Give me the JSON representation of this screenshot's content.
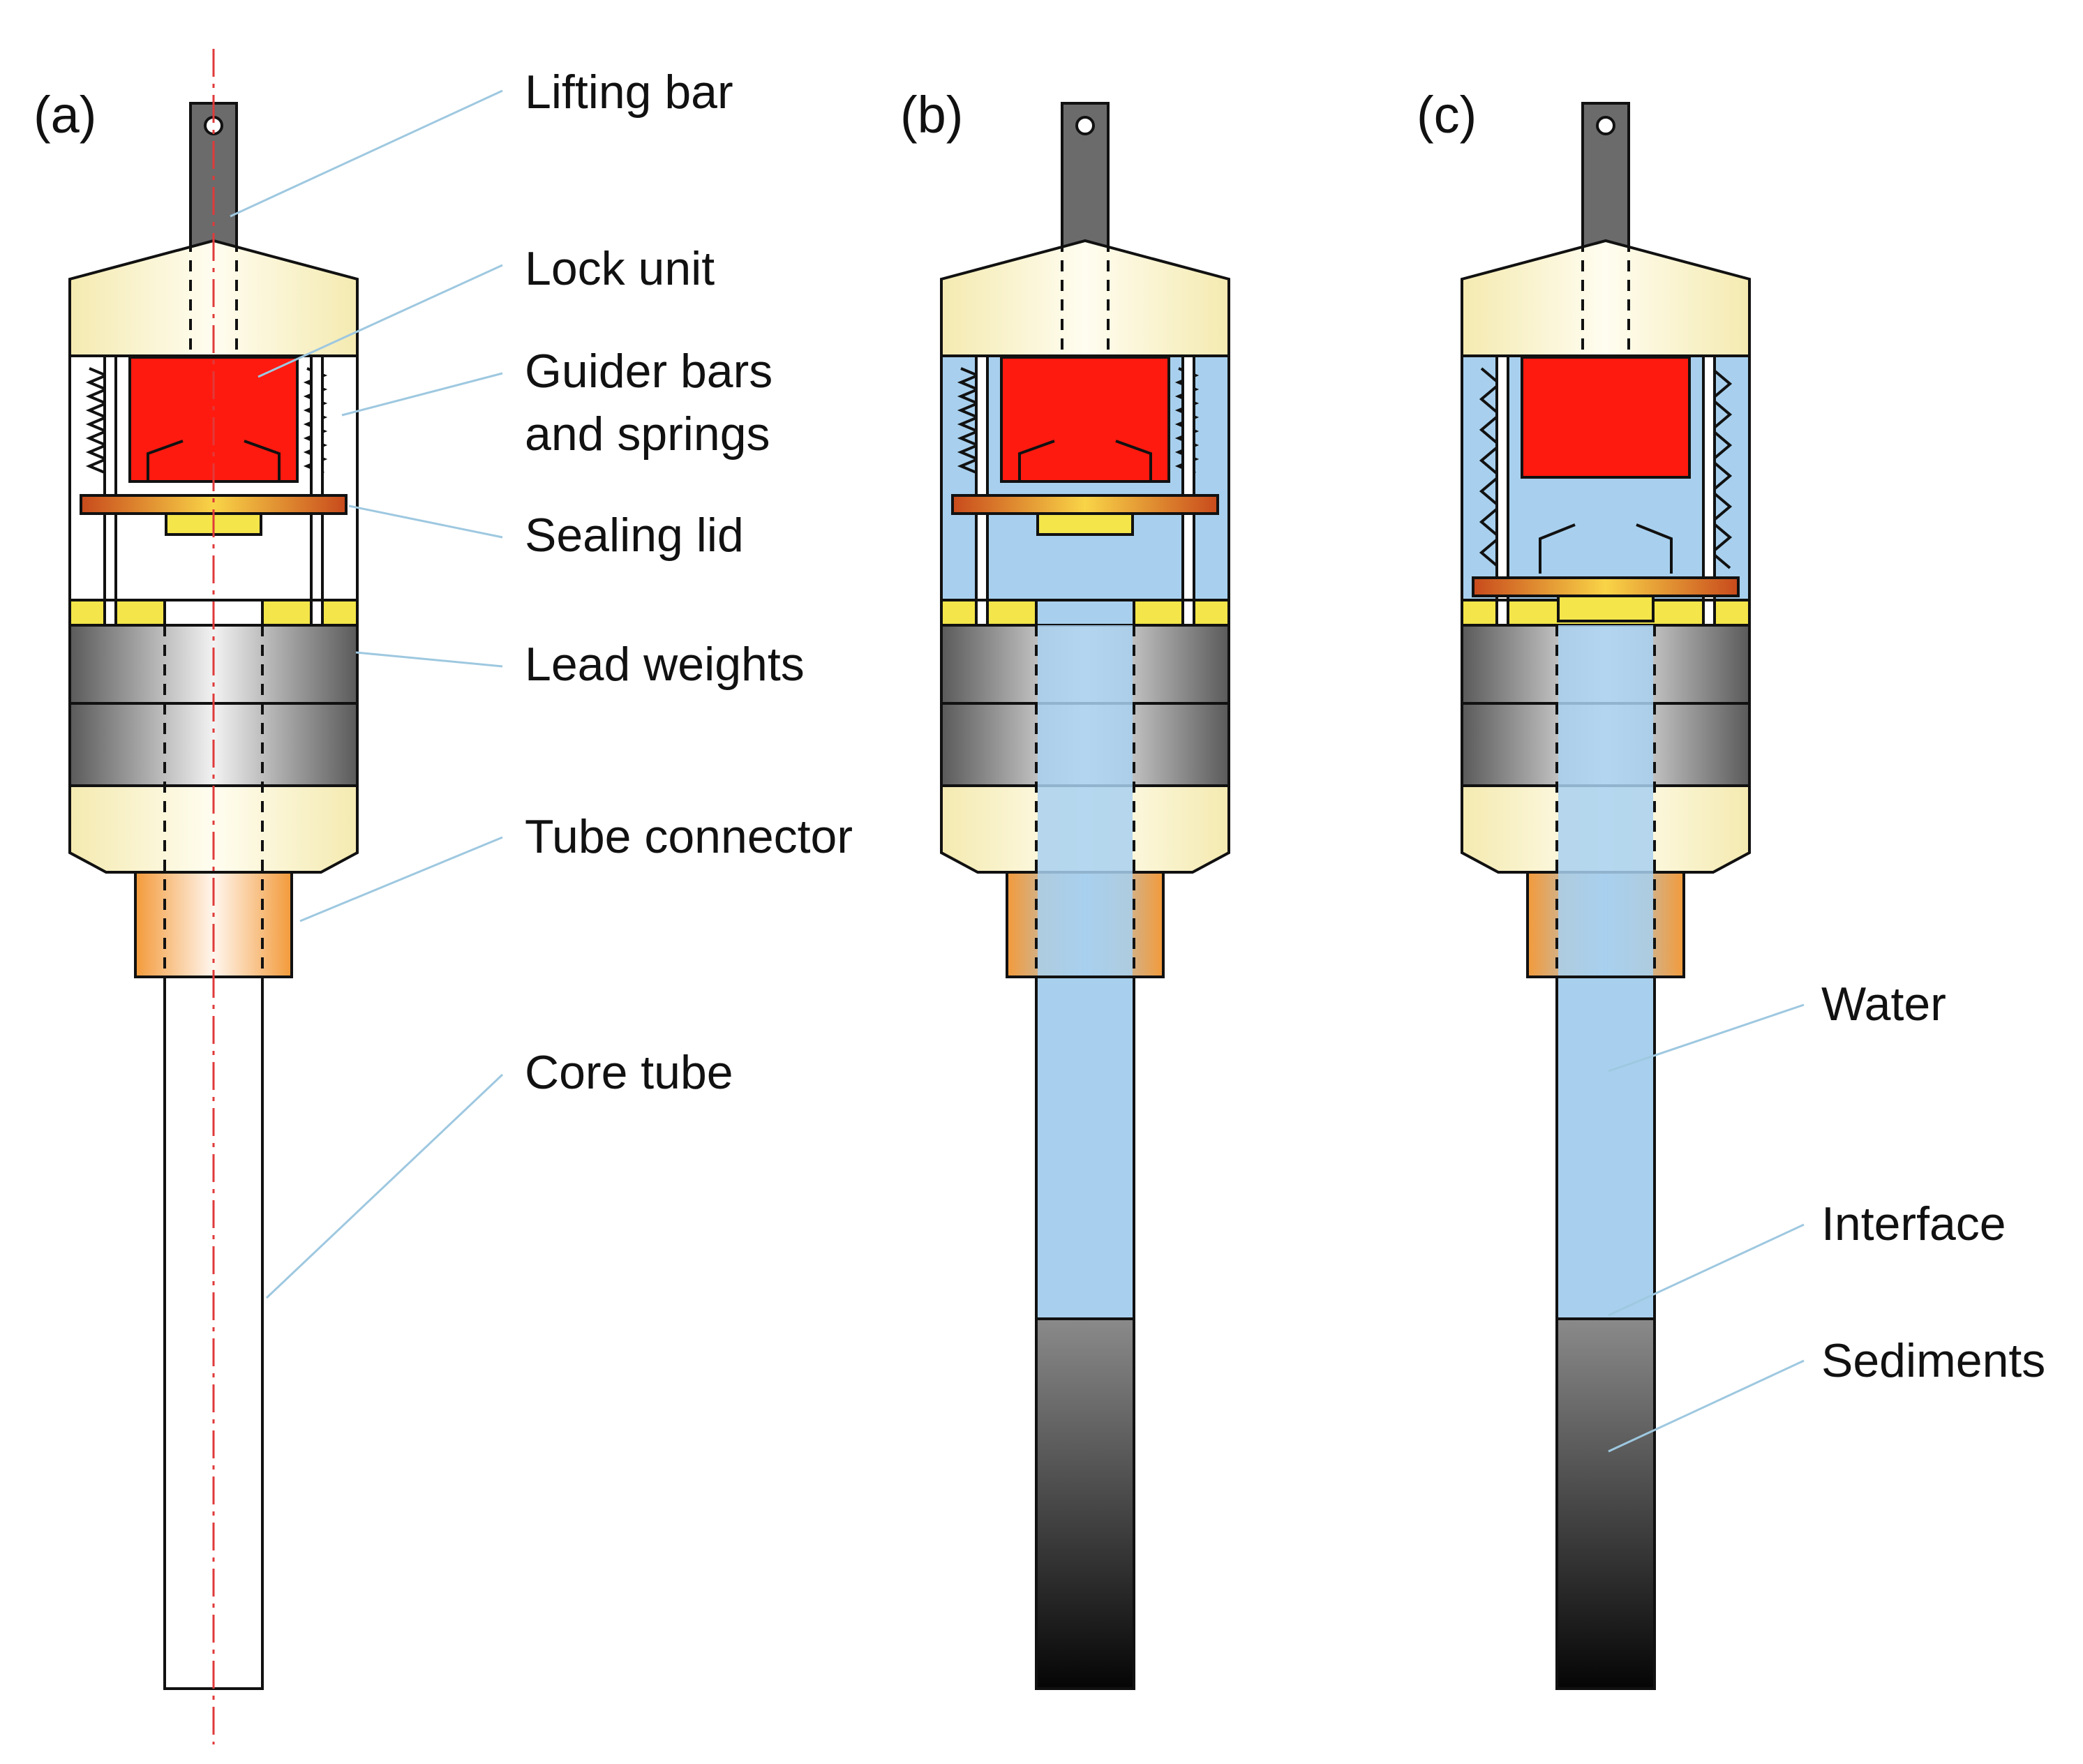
{
  "panels": [
    {
      "id": "a",
      "label": "(a)"
    },
    {
      "id": "b",
      "label": "(b)"
    },
    {
      "id": "c",
      "label": "(c)"
    }
  ],
  "labels": {
    "lifting_bar": "Lifting bar",
    "lock_unit": "Lock unit",
    "guider_line1": "Guider bars",
    "guider_line2": "and springs",
    "sealing_lid": "Sealing lid",
    "lead_weights": "Lead weights",
    "tube_connector": "Tube connector",
    "core_tube": "Core tube",
    "water": "Water",
    "interface": "Interface",
    "sediments": "Sediments"
  },
  "colors": {
    "body_cream": "#fbf6cf",
    "lock_red": "#ff1a10",
    "water_blue": "#a8d0ee",
    "yellow_band": "#f3e54a",
    "connector_orange": "#f6a347",
    "lead_grey": "#8c8c8c",
    "bar_grey": "#6b6b6b",
    "centerline_red": "#e03a3a",
    "leader_blue": "#9ec8e0"
  }
}
